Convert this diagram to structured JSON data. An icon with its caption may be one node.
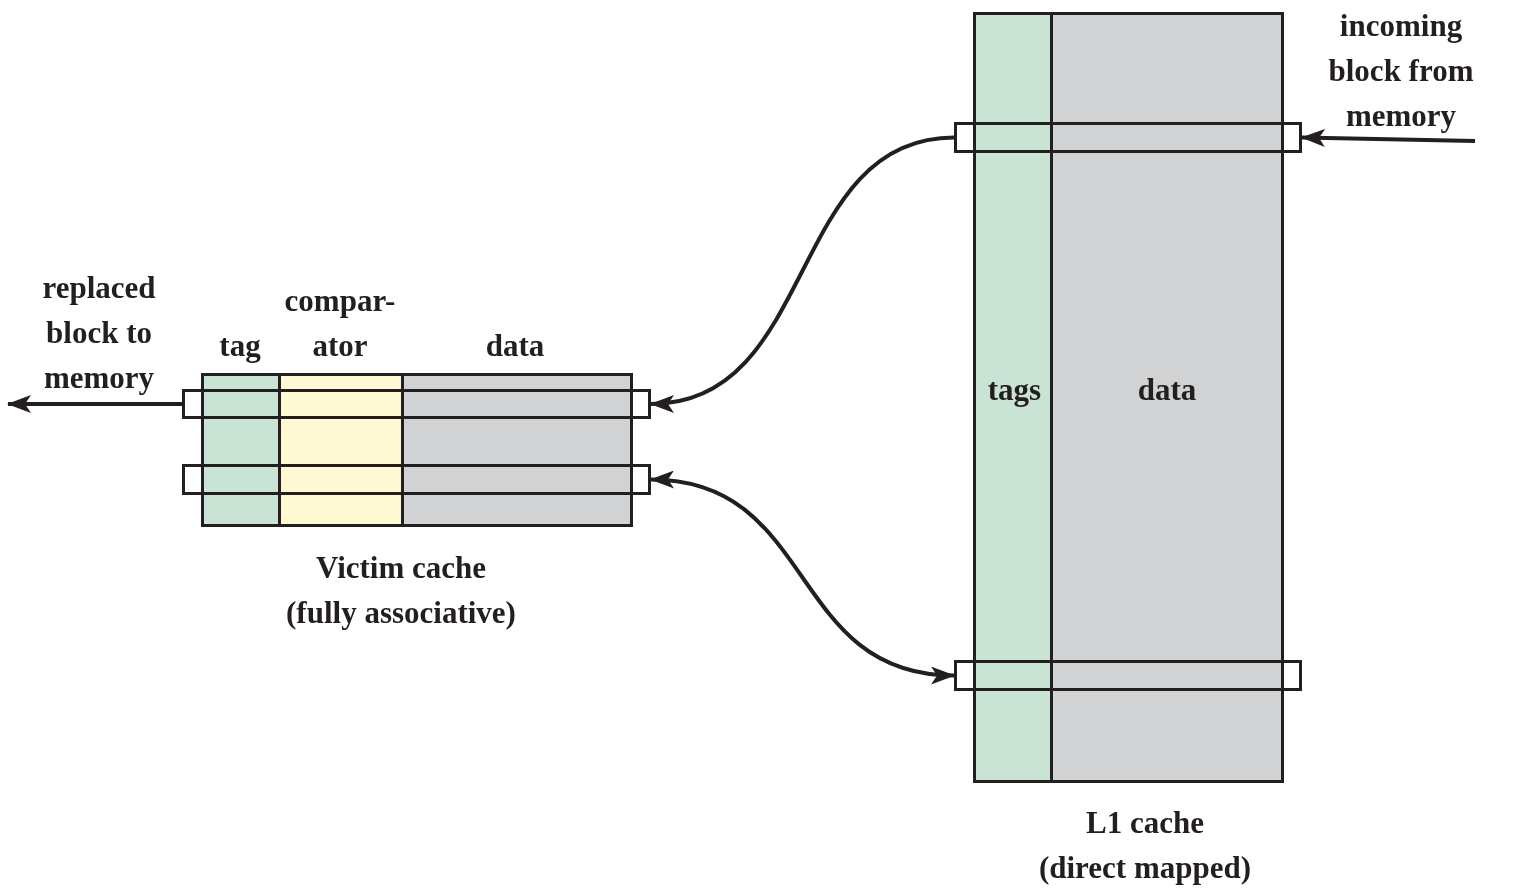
{
  "diagram": {
    "nodes": [
      {
        "text": [],
        "shape": "box",
        "beside": [
          "Victim cache (fully associative)"
        ]
      },
      {
        "text": [
          "tag"
        ],
        "in": 0
      },
      {
        "text": [
          "compar- ator"
        ],
        "in": 0
      },
      {
        "text": [
          "data"
        ],
        "in": 0
      },
      {
        "text": [],
        "shape": "box"
      },
      {
        "text": [],
        "shape": "box"
      },
      {
        "text": [],
        "shape": "box",
        "beside": [
          "L1 cache (direct mapped)"
        ]
      },
      {
        "text": [
          "tags"
        ],
        "in": 6
      },
      {
        "text": [
          "data"
        ],
        "in": 6
      },
      {
        "text": [],
        "shape": "box"
      },
      {
        "text": [],
        "shape": "box"
      },
      {
        "text": [
          "replaced block to memory"
        ]
      },
      {
        "text": [
          "incoming block from memory"
        ]
      }
    ],
    "edges": [
      {
        "from": 9,
        "to": 4,
        "arrow": "to"
      },
      {
        "from": 4,
        "to": 11,
        "arrow": "to"
      },
      {
        "from": 5,
        "to": 10,
        "arrow": "both"
      },
      {
        "from": 12,
        "to": 9,
        "arrow": "to"
      }
    ]
  }
}
